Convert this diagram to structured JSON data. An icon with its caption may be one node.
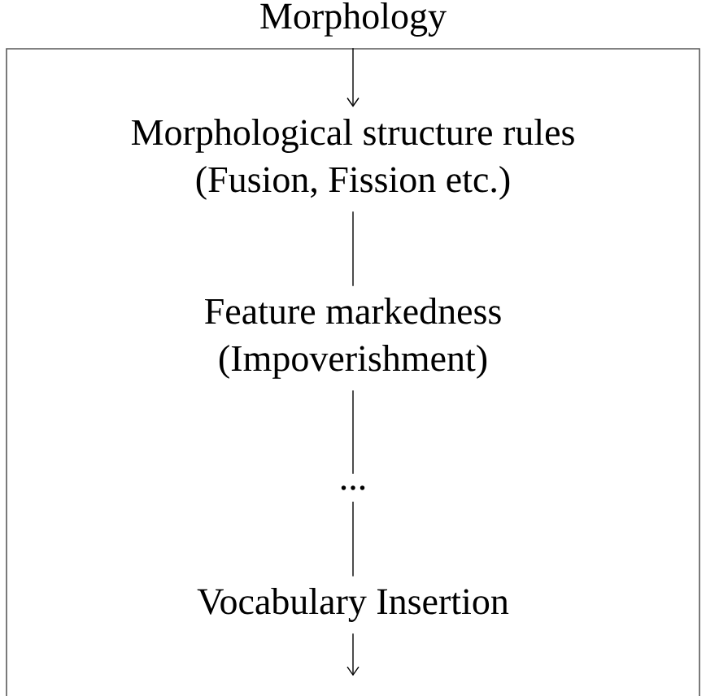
{
  "diagram": {
    "nodes": [
      {
        "text": [
          "Morphology"
        ]
      },
      {
        "text": [],
        "shape": "box"
      },
      {
        "text": [
          "Morphological structure rules",
          "(Fusion, Fission etc.)"
        ],
        "in": 1
      },
      {
        "text": [
          "Feature markedness",
          "(Impoverishment)"
        ],
        "in": 1
      },
      {
        "text": [
          "..."
        ],
        "in": 1
      },
      {
        "text": [
          "Vocabulary Insertion"
        ],
        "in": 1
      }
    ],
    "edges": [
      {
        "from": 0,
        "to": 2,
        "arrow": "to"
      },
      {
        "from": 2,
        "to": 3,
        "arrow": "none"
      },
      {
        "from": 3,
        "to": 4,
        "arrow": "none"
      },
      {
        "from": 4,
        "to": 5,
        "arrow": "none"
      },
      {
        "from": 5,
        "to": null,
        "arrow": "to"
      }
    ]
  }
}
